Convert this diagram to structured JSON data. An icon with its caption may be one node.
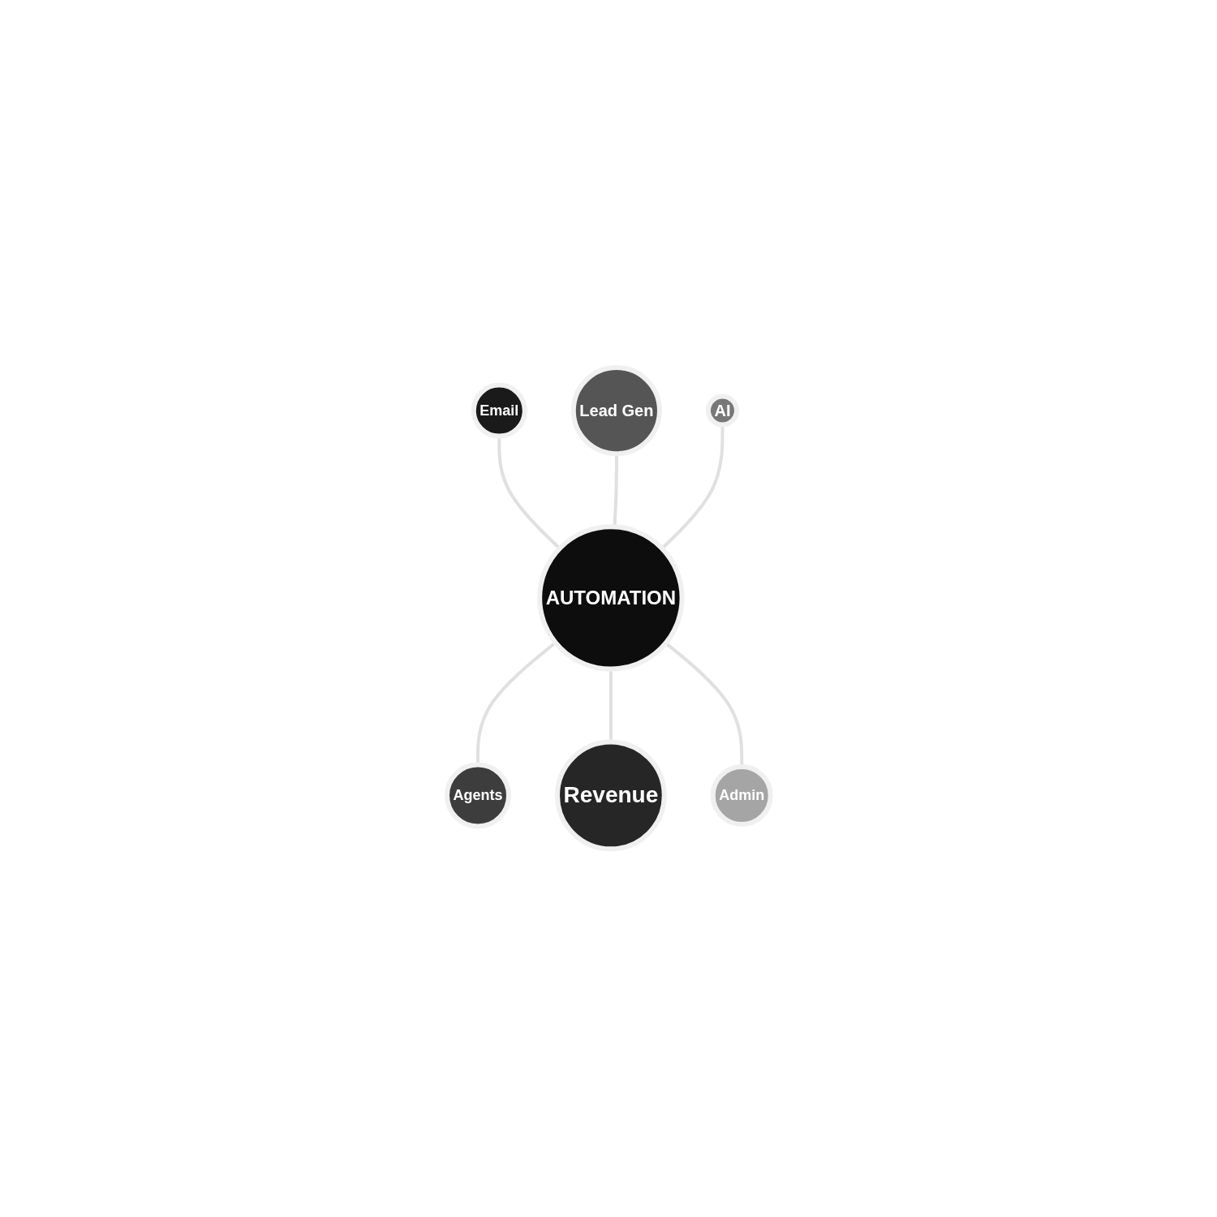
{
  "diagram": {
    "nodes": [
      {
        "text": [
          "Email"
        ]
      },
      {
        "text": [
          "Lead Gen"
        ]
      },
      {
        "text": [
          "AI"
        ]
      },
      {
        "text": [
          "AUTOMATION"
        ]
      },
      {
        "text": [
          "Agents"
        ]
      },
      {
        "text": [
          "Revenue"
        ]
      },
      {
        "text": [
          "Admin"
        ]
      }
    ],
    "edges": [
      {
        "from": 0,
        "to": 3,
        "arrow": "none"
      },
      {
        "from": 1,
        "to": 3,
        "arrow": "none"
      },
      {
        "from": 2,
        "to": 3,
        "arrow": "none"
      },
      {
        "from": 3,
        "to": 4,
        "arrow": "none"
      },
      {
        "from": 3,
        "to": 5,
        "arrow": "none"
      },
      {
        "from": 3,
        "to": 6,
        "arrow": "none"
      }
    ]
  }
}
